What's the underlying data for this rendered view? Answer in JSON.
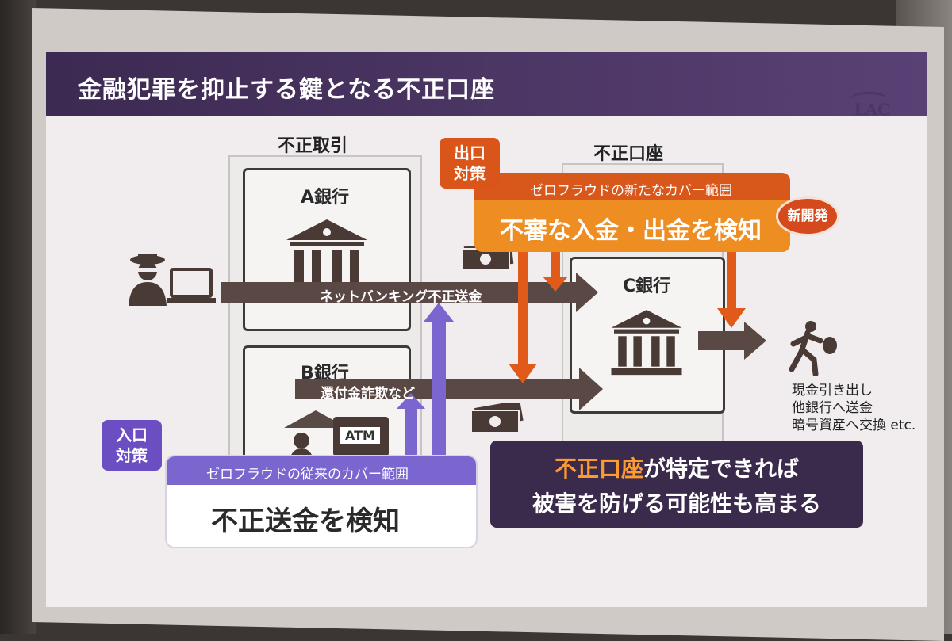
{
  "slide": {
    "title": "金融犯罪を抑止する鍵となる不正口座",
    "logo": "LAC"
  },
  "columns": {
    "fraud_transactions": "不正取引",
    "fraud_accounts": "不正口座"
  },
  "banks": {
    "a": "A銀行",
    "b": "B銀行",
    "c": "C銀行",
    "atm": "ATM"
  },
  "exit_measures": {
    "tag": [
      "出口",
      "対策"
    ],
    "coverage": "ゼロフラウドの新たなカバー範囲",
    "detect": "不審な入金・出金を検知",
    "badge": "新開発"
  },
  "entry_measures": {
    "tag": [
      "入口",
      "対策"
    ],
    "coverage": "ゼロフラウドの従来のカバー範囲",
    "detect": "不正送金を検知"
  },
  "flows": {
    "netbanking": "ネットバンキング不正送金",
    "refund": "還付金詐欺など"
  },
  "outcomes": [
    "現金引き出し",
    "他銀行へ送金",
    "暗号資産へ交換 etc."
  ],
  "conclusion": {
    "highlight": "不正口座",
    "line1_rest": "が特定できれば",
    "line2": "被害を防げる可能性も高まる"
  },
  "colors": {
    "title_bar": "#4a3464",
    "exit_orange": "#e4701f",
    "entry_purple": "#6b4fc2",
    "arrow_dark": "#5a4845"
  }
}
